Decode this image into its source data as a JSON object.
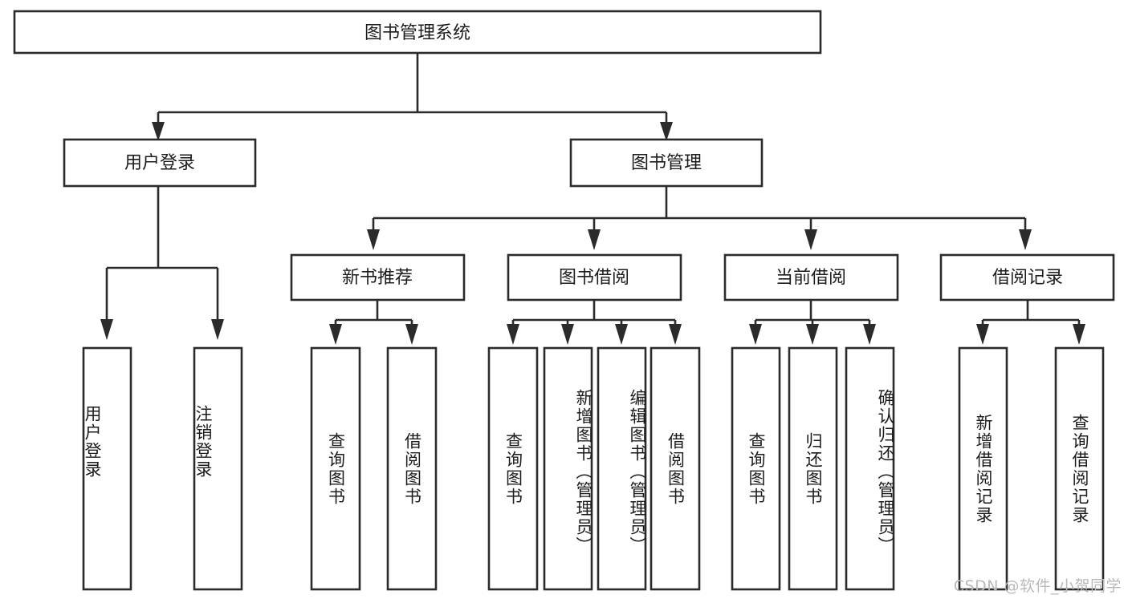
{
  "diagram": {
    "title": "图书管理系统",
    "type": "hierarchy-tree",
    "root": {
      "id": "root",
      "label": "图书管理系统",
      "orientation": "horizontal"
    },
    "level1": [
      {
        "id": "user-login",
        "label": "用户登录",
        "orientation": "horizontal"
      },
      {
        "id": "book-management",
        "label": "图书管理",
        "orientation": "horizontal"
      }
    ],
    "level2": [
      {
        "id": "new-book-recommend",
        "label": "新书推荐",
        "parent": "book-management",
        "orientation": "horizontal"
      },
      {
        "id": "book-borrow",
        "label": "图书借阅",
        "parent": "book-management",
        "orientation": "horizontal"
      },
      {
        "id": "current-borrow",
        "label": "当前借阅",
        "parent": "book-management",
        "orientation": "horizontal"
      },
      {
        "id": "borrow-record",
        "label": "借阅记录",
        "parent": "book-management",
        "orientation": "horizontal"
      }
    ],
    "leaves": [
      {
        "id": "leaf-user-login",
        "label": "用户登录",
        "parent": "user-login",
        "orientation": "vertical"
      },
      {
        "id": "leaf-logout-login",
        "label": "注销登录",
        "parent": "user-login",
        "orientation": "vertical"
      },
      {
        "id": "leaf-query-book-1",
        "label": "查询图书",
        "parent": "new-book-recommend",
        "orientation": "vertical"
      },
      {
        "id": "leaf-borrow-book-1",
        "label": "借阅图书",
        "parent": "new-book-recommend",
        "orientation": "vertical"
      },
      {
        "id": "leaf-query-book-2",
        "label": "查询图书",
        "parent": "book-borrow",
        "orientation": "vertical"
      },
      {
        "id": "leaf-add-book",
        "label": "新增图书（管理员）",
        "parent": "book-borrow",
        "orientation": "vertical"
      },
      {
        "id": "leaf-edit-book",
        "label": "编辑图书（管理员）",
        "parent": "book-borrow",
        "orientation": "vertical"
      },
      {
        "id": "leaf-borrow-book-2",
        "label": "借阅图书",
        "parent": "book-borrow",
        "orientation": "vertical"
      },
      {
        "id": "leaf-query-book-3",
        "label": "查询图书",
        "parent": "current-borrow",
        "orientation": "vertical"
      },
      {
        "id": "leaf-return-book",
        "label": "归还图书",
        "parent": "current-borrow",
        "orientation": "vertical"
      },
      {
        "id": "leaf-confirm-return",
        "label": "确认归还（管理员）",
        "parent": "current-borrow",
        "orientation": "vertical"
      },
      {
        "id": "leaf-add-record",
        "label": "新增借阅记录",
        "parent": "borrow-record",
        "orientation": "vertical"
      },
      {
        "id": "leaf-query-record",
        "label": "查询借阅记录",
        "parent": "borrow-record",
        "orientation": "vertical"
      }
    ],
    "colors": {
      "stroke": "#2b2b2b",
      "fill": "#ffffff",
      "text": "#1c1c1c",
      "watermark": "#b9b9b9"
    }
  },
  "watermark": {
    "text": "CSDN @软件_小贺同学"
  }
}
